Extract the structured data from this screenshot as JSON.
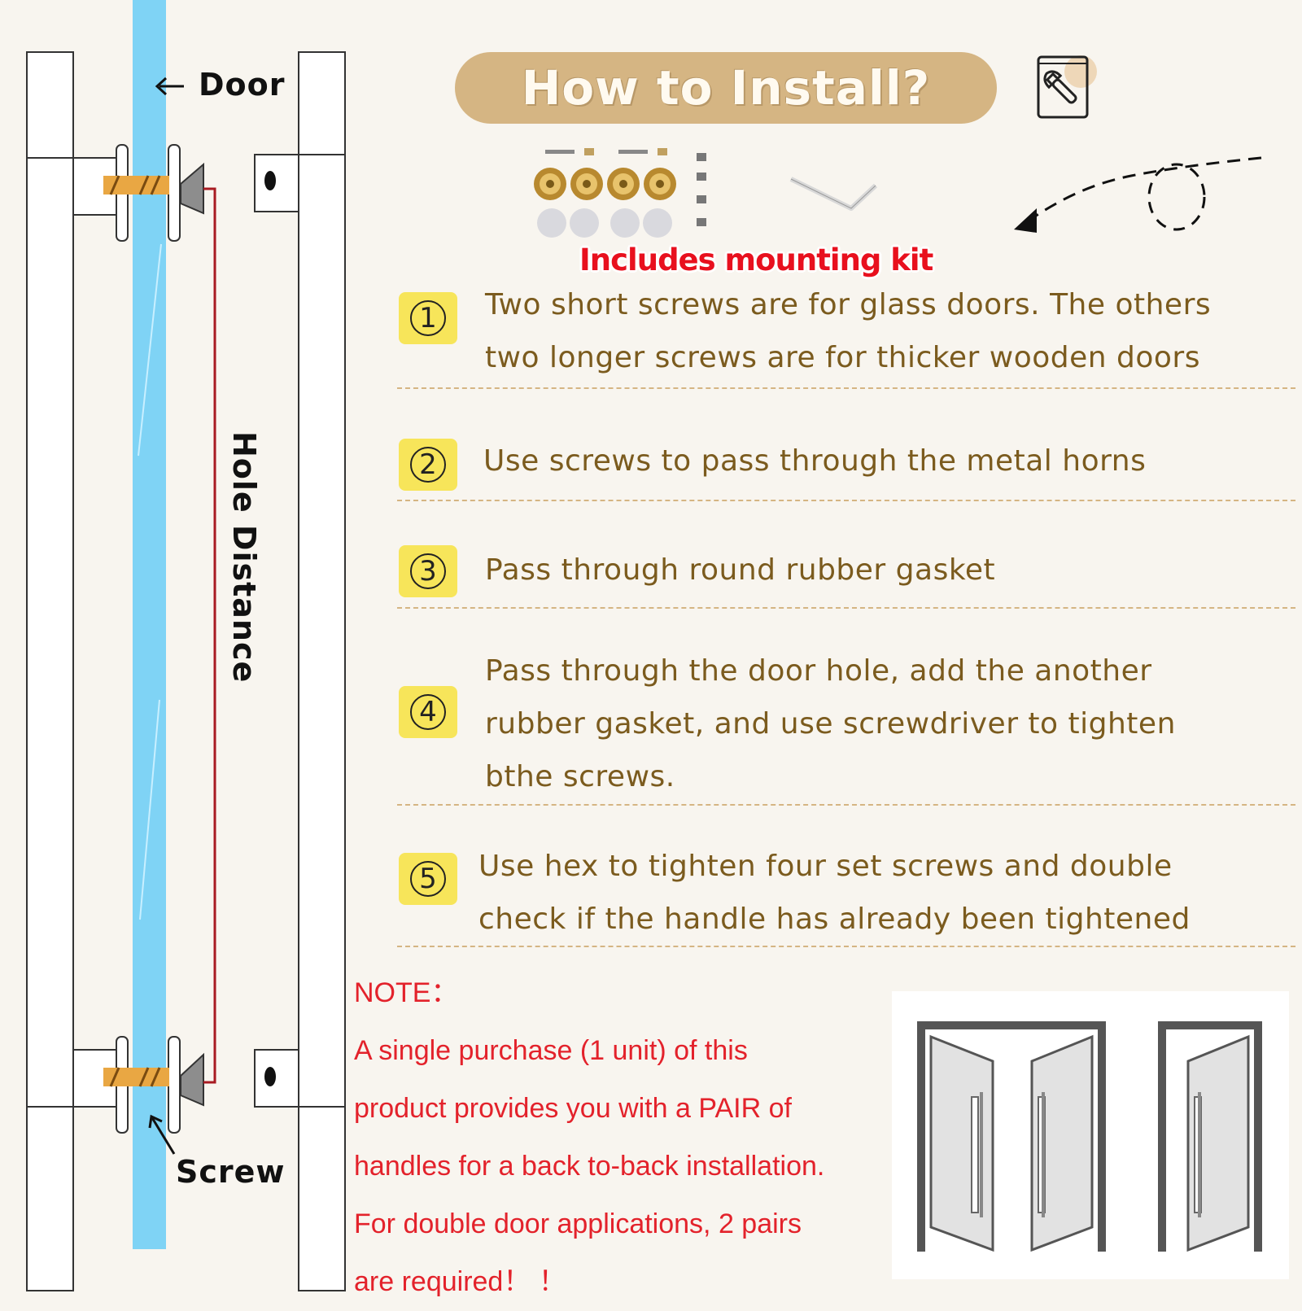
{
  "diagram": {
    "door_label": "Door",
    "screw_label": "Screw",
    "hole_distance_label": "Hole Distance"
  },
  "header": {
    "title": "How to Install?",
    "icon": "wrench-icon"
  },
  "kit": {
    "label": "Includes mounting kit"
  },
  "steps": [
    {
      "number": "1",
      "lines": [
        "Two short screws are for glass doors. The others",
        "two longer screws are for thicker wooden doors"
      ]
    },
    {
      "number": "2",
      "lines": [
        "Use screws to pass through the metal horns"
      ]
    },
    {
      "number": "3",
      "lines": [
        "Pass through round rubber gasket"
      ]
    },
    {
      "number": "4",
      "lines": [
        "Pass through the door hole, add the another",
        "rubber gasket, and use screwdriver to tighten",
        "bthe screws."
      ]
    },
    {
      "number": "5",
      "lines": [
        "Use hex to tighten four set screws and double",
        "check if the handle has already been tightened"
      ]
    }
  ],
  "note": {
    "heading": "NOTE：",
    "lines": [
      "A single purchase (1 unit) of this",
      "product provides you with a PAIR of",
      "handles for a back to-back installation.",
      "For double door applications, 2 pairs",
      "are required！ ！"
    ]
  },
  "colors": {
    "background": "#f8f5ef",
    "accent_tan": "#d5b583",
    "step_text": "#7b5b1e",
    "badge_yellow": "#f7e55a",
    "note_red": "#e3222b",
    "glass_blue": "#7fd3f5",
    "kit_red": "#e8101e"
  }
}
